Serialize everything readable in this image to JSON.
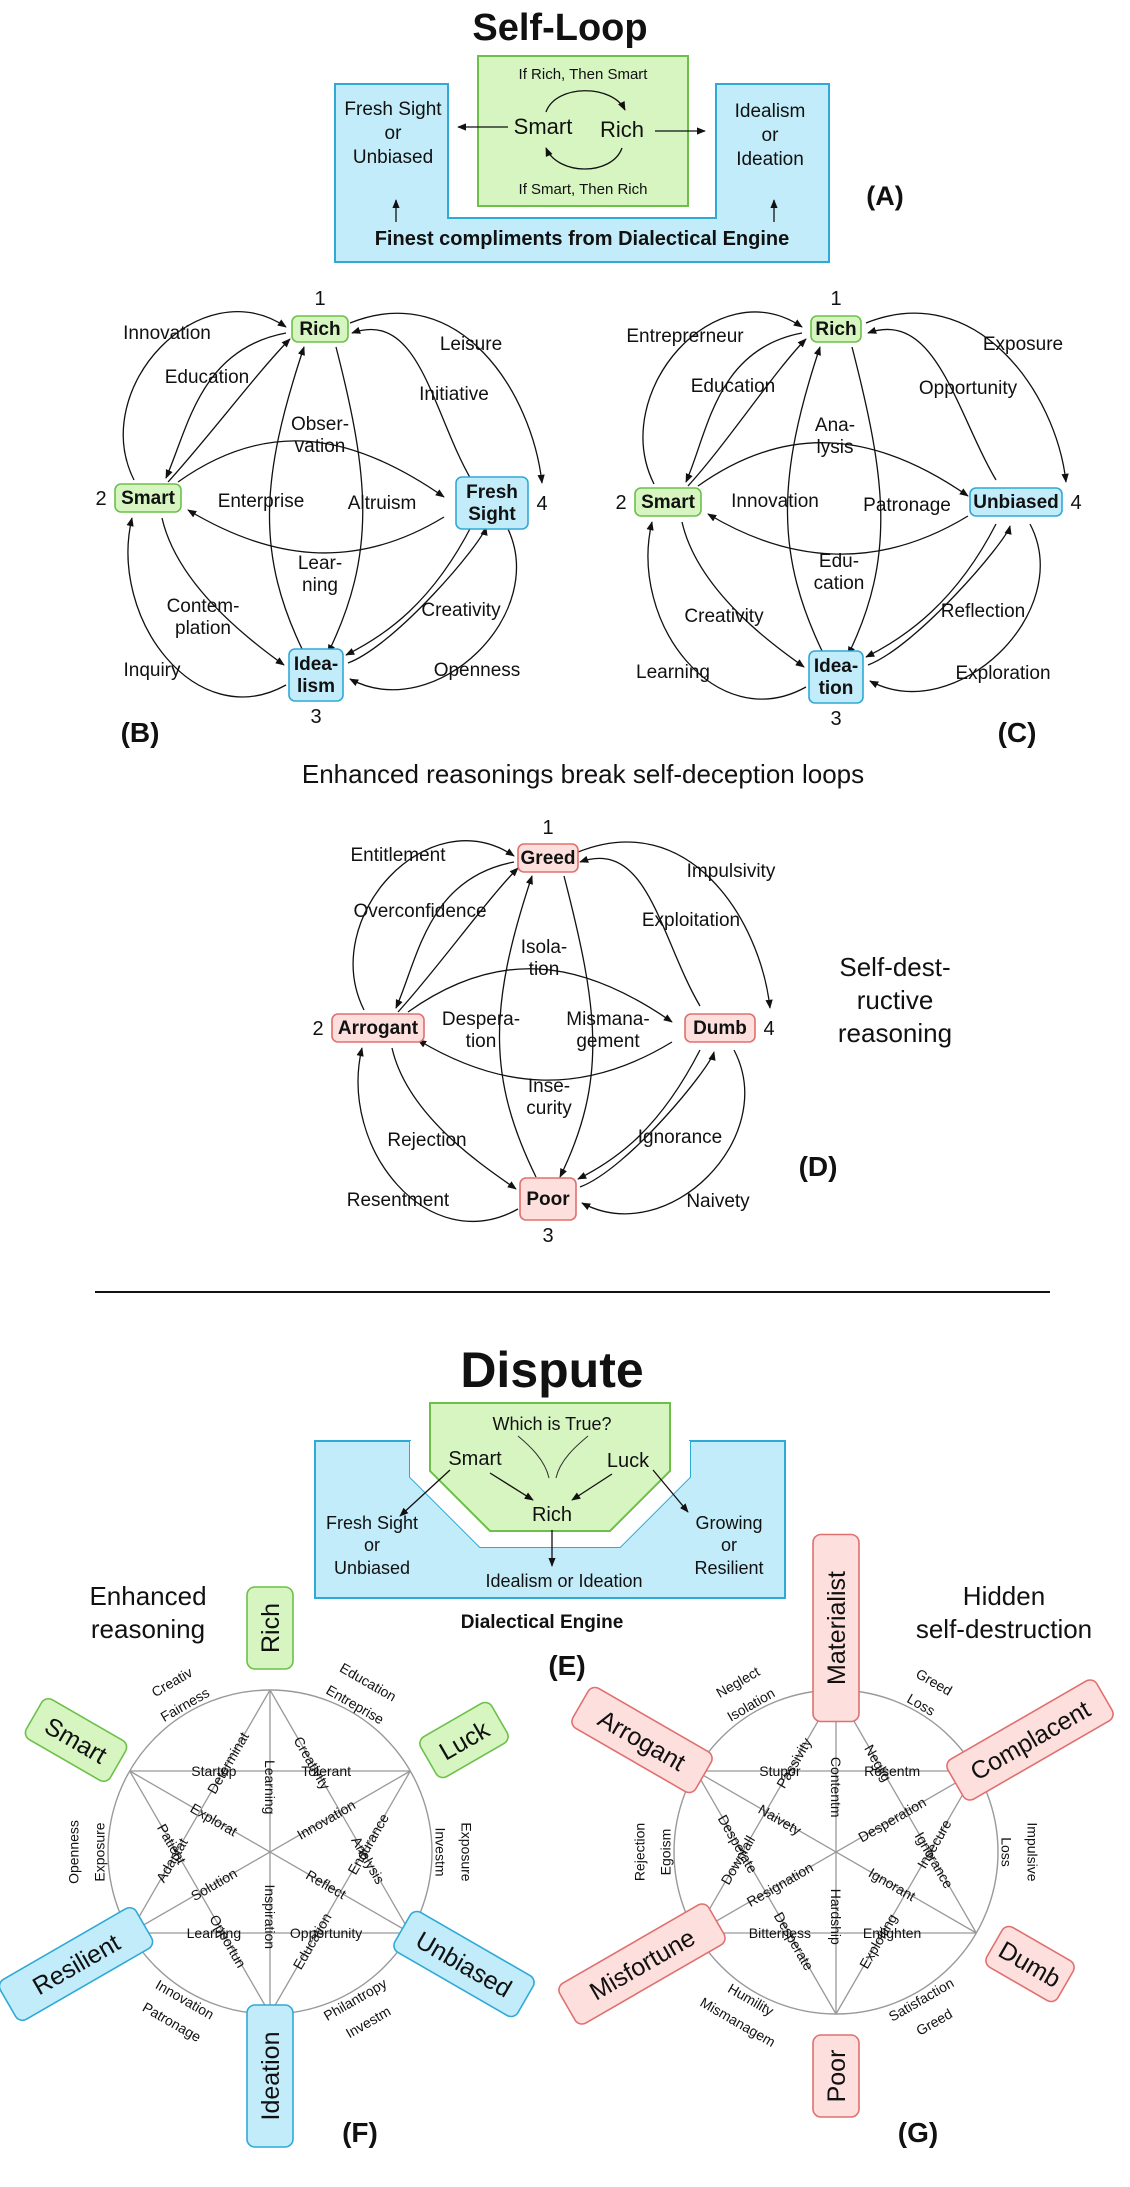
{
  "colors": {
    "green_fill": "#d6f5c0",
    "green_stroke": "#6cc04a",
    "blue_fill": "#c2ecf9",
    "blue_stroke": "#2fa9d6",
    "red_fill": "#fde0de",
    "red_stroke": "#e0706e",
    "circle": "#999999"
  },
  "self_loop": {
    "title": "Self-Loop",
    "if_rich": "If Rich, Then Smart",
    "if_smart": "If Smart, Then Rich",
    "smart": "Smart",
    "rich": "Rich",
    "left_box": [
      "Fresh Sight",
      "or",
      "Unbiased"
    ],
    "right_box": [
      "Idealism",
      "or",
      "Ideation"
    ],
    "footer": "Finest compliments from Dialectical Engine",
    "label": "(A)"
  },
  "panel_b": {
    "label": "(B)",
    "nodes": {
      "n1": "Rich",
      "n2": "Smart",
      "n3": [
        "Idea-",
        "lism"
      ],
      "n4": [
        "Fresh",
        "Sight"
      ]
    },
    "nums": [
      "1",
      "2",
      "3",
      "4"
    ],
    "words": {
      "outer_tl": "Innovation",
      "outer_tr": "Leisure",
      "outer_bl": "Inquiry",
      "outer_br": "Openness",
      "inner_tl": "Education",
      "inner_tr": "Initiative",
      "inner_bl": [
        "Contem-",
        "plation"
      ],
      "inner_br": "Creativity",
      "h_top": [
        "Obser-",
        "vation"
      ],
      "h_bot": [
        "Lear-",
        "ning"
      ],
      "v_left": "Enterprise",
      "v_right": "Altruism"
    }
  },
  "panel_c": {
    "label": "(C)",
    "nodes": {
      "n1": "Rich",
      "n2": "Smart",
      "n3": [
        "Idea-",
        "tion"
      ],
      "n4": "Unbiased"
    },
    "nums": [
      "1",
      "2",
      "3",
      "4"
    ],
    "words": {
      "outer_tl": "Entreprerneur",
      "outer_tr": "Exposure",
      "outer_bl": "Learning",
      "outer_br": "Exploration",
      "inner_tl": "Education",
      "inner_tr": "Opportunity",
      "inner_bl": "Creativity",
      "inner_br": "Reflection",
      "h_top": [
        "Ana-",
        "lysis"
      ],
      "h_bot": [
        "Edu-",
        "cation"
      ],
      "v_left": "Innovation",
      "v_right": "Patronage"
    }
  },
  "caption_bc": "Enhanced reasonings break self-deception loops",
  "panel_d": {
    "label": "(D)",
    "side_text": [
      "Self-dest-",
      "ructive",
      "reasoning"
    ],
    "nodes": {
      "n1": "Greed",
      "n2": "Arrogant",
      "n3": "Poor",
      "n4": "Dumb"
    },
    "nums": [
      "1",
      "2",
      "3",
      "4"
    ],
    "words": {
      "outer_tl": "Entitlement",
      "outer_tr": "Impulsivity",
      "outer_bl": "Resentment",
      "outer_br": "Naivety",
      "inner_tl": "Overconfidence",
      "inner_tr": "Exploitation",
      "inner_bl": "Rejection",
      "inner_br": "Ignorance",
      "h_top": [
        "Isola-",
        "tion"
      ],
      "h_bot": [
        "Inse-",
        "curity"
      ],
      "v_left": [
        "Despera-",
        "tion"
      ],
      "v_right": [
        "Mismana-",
        "gement"
      ]
    }
  },
  "dispute": {
    "title": "Dispute",
    "question": "Which is True?",
    "smart": "Smart",
    "luck": "Luck",
    "rich": "Rich",
    "left_box": [
      "Fresh Sight",
      "or",
      "Unbiased"
    ],
    "right_box": [
      "Growing",
      "or",
      "Resilient"
    ],
    "bottom": "Idealism or Ideation",
    "engine": "Dialectical Engine",
    "label": "(E)"
  },
  "panel_f": {
    "heading": [
      "Enhanced",
      "reasoning"
    ],
    "label": "(F)",
    "vertices": {
      "top": "Rich",
      "upper_right": "Luck",
      "lower_right": "Unbiased",
      "bottom": "Ideation",
      "lower_left": "Resilient",
      "upper_left": "Smart"
    },
    "words": [
      "Entreprise",
      "Education",
      "Investm",
      "Exposure",
      "Philantropy",
      "Investm",
      "Innovation",
      "Patronage",
      "Exposure",
      "Openness",
      "Fairness",
      "Creativ",
      "Creativity",
      "Analysis",
      "Opportunity",
      "Learning",
      "Adaptat",
      "Determinat",
      "Endurance",
      "Education",
      "Opportun",
      "Patient",
      "Startup",
      "Tolerant",
      "Learning",
      "Inspiration",
      "Innovation",
      "Solution",
      "Reflect",
      "Explorat"
    ]
  },
  "panel_g": {
    "heading": [
      "Hidden",
      "self-destruction"
    ],
    "label": "(G)",
    "vertices": {
      "top": "Materialist",
      "upper_right": "Complacent",
      "lower_right": "Dumb",
      "bottom": "Poor",
      "lower_left": "Misfortune",
      "upper_left": "Arrogant"
    },
    "words": [
      "Loss",
      "Greed",
      "Loss",
      "Impulsive",
      "Satisfaction",
      "Greed",
      "Humility",
      "Mismanagem",
      "Egoism",
      "Rejection",
      "Isolation",
      "Neglect",
      "Neglig",
      "Ignorance",
      "Enlighten",
      "Bitterness",
      "Downfall",
      "Passivity",
      "Insecure",
      "Exploiting",
      "Desperate",
      "Desperate",
      "Stupor",
      "Resentm",
      "Contentm",
      "Hardship",
      "Desperation",
      "Resignation",
      "Ignorant",
      "Naivety"
    ]
  }
}
